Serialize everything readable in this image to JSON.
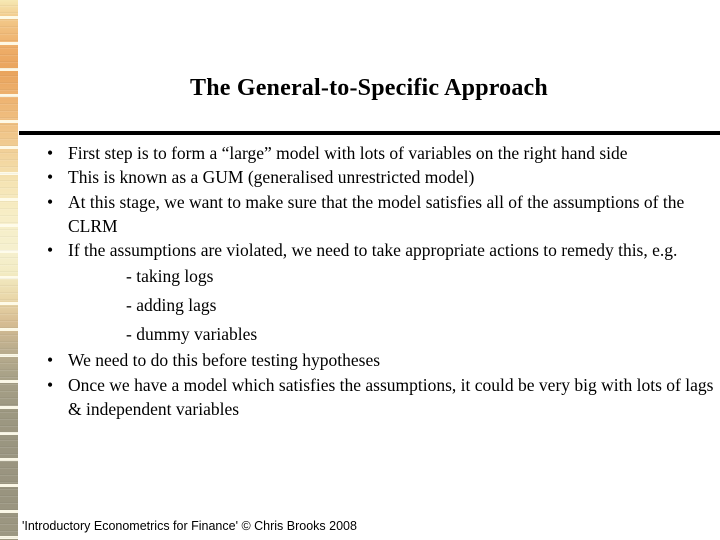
{
  "slide": {
    "title": "The General-to-Specific Approach",
    "footer": "'Introductory Econometrics for Finance' © Chris Brooks 2008",
    "bullet_marker": "•",
    "colors": {
      "background": "#ffffff",
      "text": "#000000",
      "rule": "#000000",
      "stripe_top": "#e9a45d",
      "stripe_mid": "#f6f0cf",
      "stripe_bottom": "#9a9580"
    },
    "bullets": [
      {
        "text": "First step is to form a “large” model with lots of variables on the right hand side"
      },
      {
        "text": "This is known as a GUM (generalised unrestricted model)"
      },
      {
        "text": "At this stage, we want to make sure that the model satisfies all of the assumptions of the CLRM"
      },
      {
        "text": "If the assumptions are violated, we need to take appropriate actions to remedy this, e.g."
      }
    ],
    "sub_items": [
      {
        "text": "- taking logs"
      },
      {
        "text": "- adding lags"
      },
      {
        "text": "- dummy variables"
      }
    ],
    "bullets_after": [
      {
        "text": "We need to do this before testing hypotheses"
      },
      {
        "text": "Once we have a model which satisfies the assumptions, it could be very big with lots of lags & independent variables"
      }
    ]
  }
}
